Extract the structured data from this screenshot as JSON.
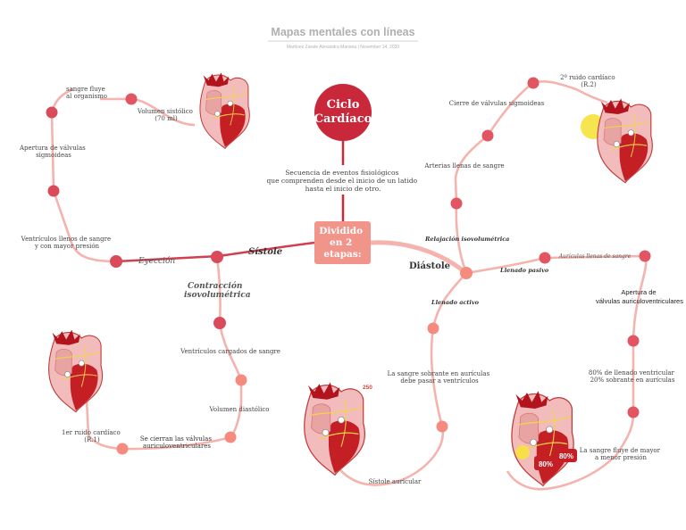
{
  "header": {
    "title": "Mapas mentales con líneas",
    "byline": "Martínez Zarate Alexandra Mariana  |  November 14, 2020"
  },
  "central": {
    "label": "Ciclo Cardíaco",
    "definition": [
      "Secuencia de eventos fisiológicos",
      "que comprenden desde el inicio de un latido",
      "hasta el inicio de otro."
    ]
  },
  "hub": {
    "label": "Dividido en 2 etapas:"
  },
  "sistole": {
    "label": "Sístole",
    "eyeccion": "Eyección",
    "contraccion": [
      "Contracción",
      "isovolumétrica"
    ],
    "nodes": {
      "ventriculos_llenos": [
        "Ventrículos llenos de sangre",
        "y con mayor presión"
      ],
      "apertura_sigmoideas": [
        "Apertura de válvulas",
        "sigmoideas"
      ],
      "sangre_fluye": [
        "sangre fluye",
        "al organismo"
      ],
      "volumen_sistolico": [
        "Volumen sistólico",
        "(70 ml)"
      ],
      "ventriculos_cargados": "Ventrículos cargados de sangre",
      "volumen_diastolico": "Volumen diastólico",
      "se_cierran": [
        "Se cierran las válvulas",
        "auriculoventriculares"
      ],
      "primer_ruido": [
        "1er ruido cardíaco",
        "(R.1)"
      ]
    }
  },
  "diastole": {
    "label": "Diástole",
    "relajacion": "Relajación isovolumétrica",
    "llenado_pasivo": "Llenado pasivo",
    "llenado_activo": "Llenado activo",
    "nodes": {
      "arterias_llenas": "Arterias llenas de sangre",
      "cierre_sigmoideas": "Cierre de válvulas sigmoideas",
      "segundo_ruido": [
        "2º ruido cardíaco",
        "(R.2)"
      ],
      "auriculas_llenas": "Aurículas llenas de sangre",
      "apertura_av": [
        "Apertura de",
        "válvulas auriculoventriculares"
      ],
      "porcentajes": [
        "80% de llenado ventricular",
        "20% sobrante en aurículas"
      ],
      "sangre_fluye_mayor": [
        "La sangre fluye de mayor",
        "a menor presión"
      ],
      "sangre_sobrante": [
        "La sangre sobrante en aurículas",
        "debe pasar a ventrículos"
      ],
      "sistole_auricular": "Sístole auricular"
    },
    "heart_labels": {
      "ochenta_a": "80%",
      "ochenta_b": "80%",
      "partial_number": "250"
    }
  },
  "colors": {
    "central_red": "#c8283a",
    "hub_salmon": "#f1948a",
    "line_light": "#f5b3ad",
    "node_red": "#e25563",
    "node_dark": "#d94b5a",
    "node_light": "#f58b7e",
    "heart_dark": "#b3131d",
    "heart_pink": "#f2bcbc",
    "yellow": "#f6e23c"
  }
}
